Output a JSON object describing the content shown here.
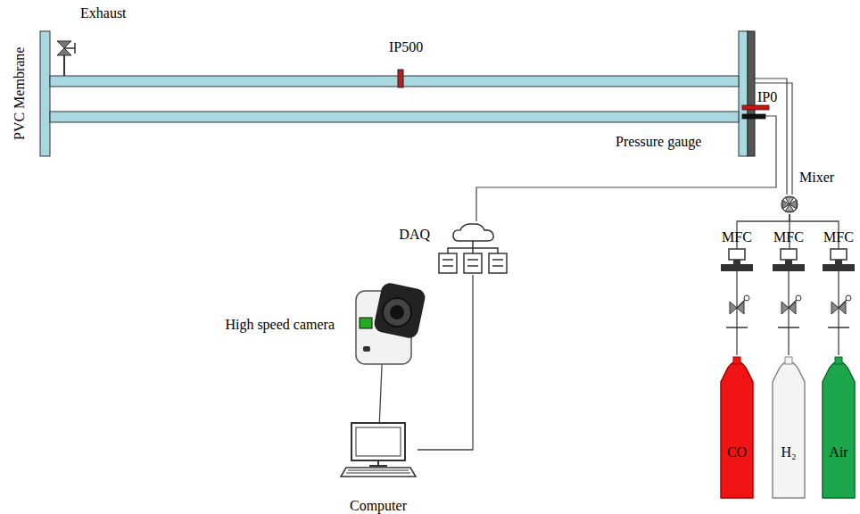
{
  "diagram": {
    "nodes": [
      {
        "text": [
          "High speed camera"
        ]
      },
      {
        "text": [
          "DAQ"
        ]
      },
      {
        "text": [
          "Computer"
        ]
      },
      {
        "text": [
          "Mixer"
        ]
      },
      {
        "text": [
          "MFC"
        ]
      },
      {
        "text": [
          "MFC"
        ]
      },
      {
        "text": [
          "MFC"
        ]
      },
      {
        "text": [
          "CO"
        ]
      },
      {
        "text": [
          "H₂"
        ]
      },
      {
        "text": [
          "Air"
        ]
      }
    ],
    "edges": [
      {
        "from": 0,
        "to": 2,
        "arrow": "none"
      },
      {
        "from": 1,
        "to": 2,
        "arrow": "none"
      },
      {
        "from": 4,
        "to": 3,
        "arrow": "none"
      },
      {
        "from": 5,
        "to": 3,
        "arrow": "none"
      },
      {
        "from": 6,
        "to": 3,
        "arrow": "none"
      },
      {
        "from": 7,
        "to": 4,
        "arrow": "none"
      },
      {
        "from": 8,
        "to": 5,
        "arrow": "none"
      },
      {
        "from": 9,
        "to": 6,
        "arrow": "none"
      }
    ],
    "labels": [
      "Exhaust",
      "IP500",
      "IP0",
      "Pressure gauge",
      "PVC Membrane"
    ]
  }
}
